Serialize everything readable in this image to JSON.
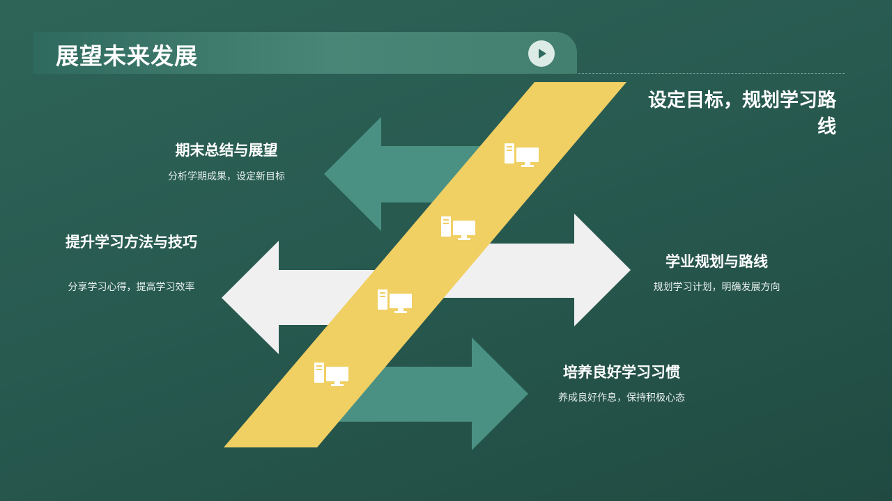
{
  "header": {
    "title": "展望未来发展"
  },
  "diagram": {
    "center_title": "设定目标，规划学习路线",
    "items": [
      {
        "title": "期末总结与展望",
        "desc": "分析学期成果，设定新目标"
      },
      {
        "title": "提升学习方法与技巧",
        "desc": "分享学习心得，提高学习效率"
      },
      {
        "title": "学业规划与路线",
        "desc": "规划学习计划，明确发展方向"
      },
      {
        "title": "培养良好学习习惯",
        "desc": "养成良好作息，保持积极心态"
      }
    ],
    "icon": "computer-icon"
  },
  "colors": {
    "background": "#285a50",
    "teal_arrow": "#4a9184",
    "light_arrow": "#f0f0f0",
    "yellow_band": "#f0cf63",
    "text": "#ffffff"
  }
}
